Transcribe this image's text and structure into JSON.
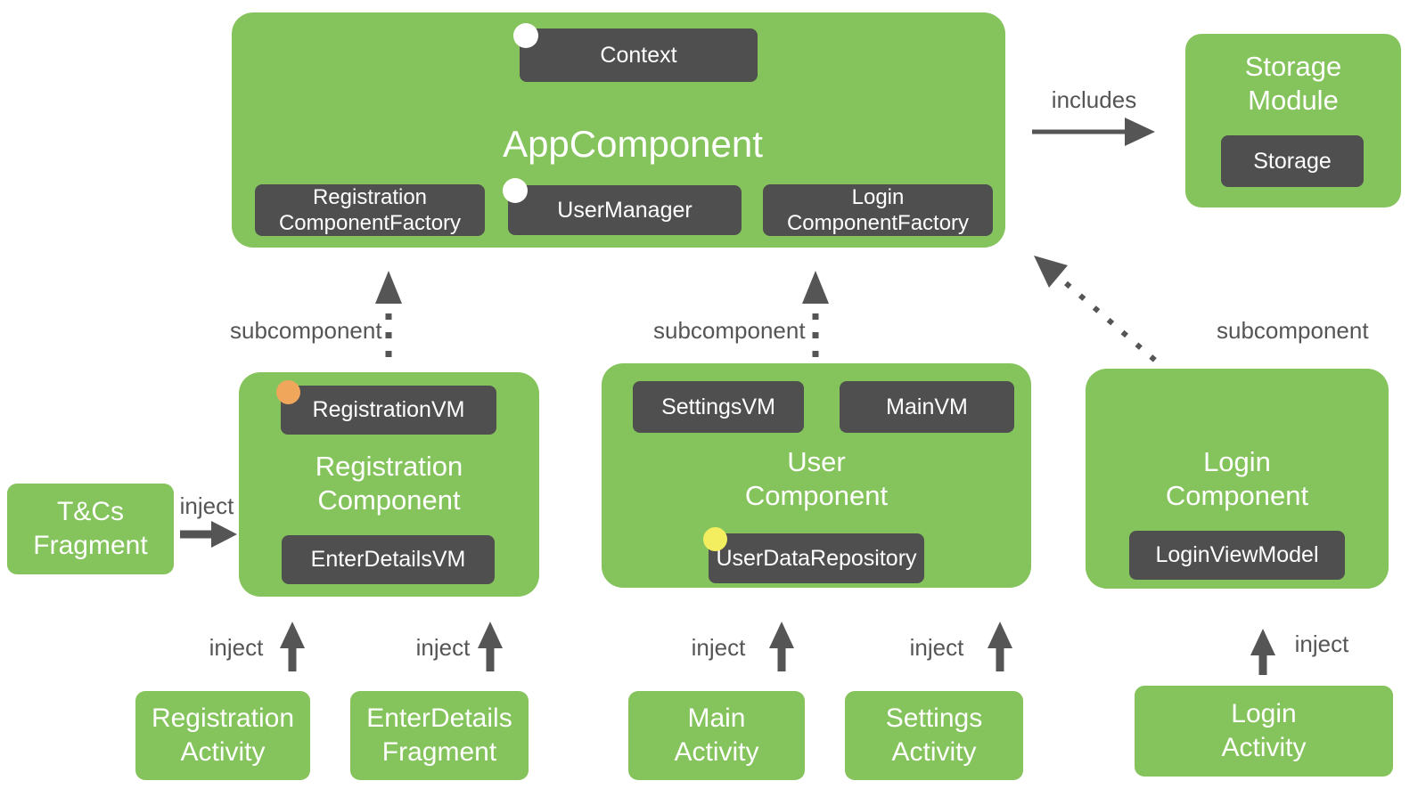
{
  "colors": {
    "green": "#85C45C",
    "dark_gray_box": "#4F4F4F",
    "label_and_arrow_gray": "#555555",
    "scope_marker_orange": "#F0A75C",
    "scope_marker_yellow": "#F3EE5F",
    "scope_marker_white": "#FFFFFF"
  },
  "labels": {
    "includes": "includes",
    "inject": "inject",
    "subcomponent": "subcomponent"
  },
  "app_component": {
    "title": "AppComponent",
    "context": "Context",
    "user_manager": "UserManager",
    "registration_factory": [
      "Registration",
      "ComponentFactory"
    ],
    "login_factory": [
      "Login",
      "ComponentFactory"
    ]
  },
  "storage_module": {
    "title": [
      "Storage",
      "Module"
    ],
    "storage": "Storage"
  },
  "registration_component": {
    "title": [
      "Registration",
      "Component"
    ],
    "registration_vm": "RegistrationVM",
    "enter_details_vm": "EnterDetailsVM"
  },
  "user_component": {
    "title": [
      "User",
      "Component"
    ],
    "settings_vm": "SettingsVM",
    "main_vm": "MainVM",
    "user_data_repository": "UserDataRepository"
  },
  "login_component": {
    "title": [
      "Login",
      "Component"
    ],
    "login_view_model": "LoginViewModel"
  },
  "tcs_fragment": {
    "title": [
      "T&Cs",
      "Fragment"
    ]
  },
  "activities": {
    "registration": [
      "Registration",
      "Activity"
    ],
    "enter_details": [
      "EnterDetails",
      "Fragment"
    ],
    "main": [
      "Main",
      "Activity"
    ],
    "settings": [
      "Settings",
      "Activity"
    ],
    "login": [
      "Login",
      "Activity"
    ]
  }
}
